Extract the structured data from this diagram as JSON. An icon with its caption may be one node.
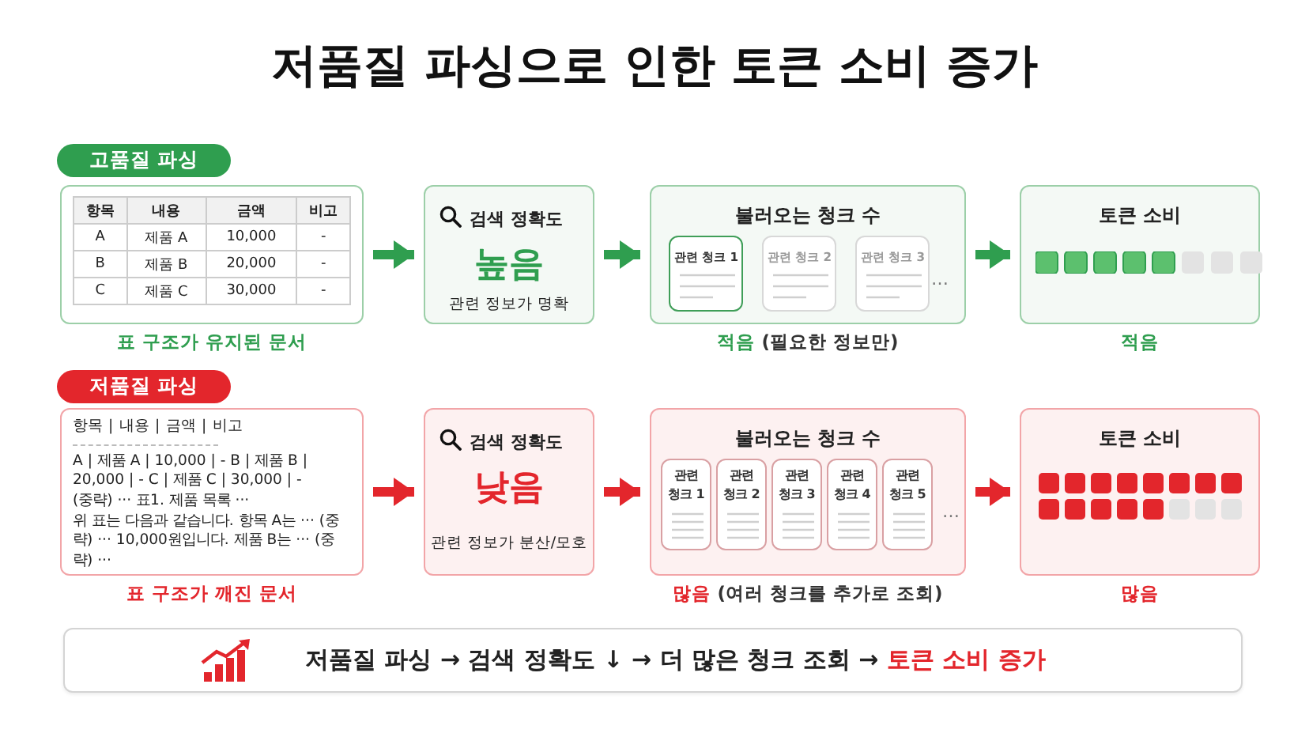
{
  "diagram": {
    "title": "저품질 파싱으로 인한 토큰 소비 증가",
    "nodes": [
      {
        "text": [
          "고품질 파싱"
        ]
      },
      {
        "text": [],
        "shape": "box",
        "beside": [
          "표 구조가 유지된 문서"
        ]
      },
      {
        "text": [
          "검색 정확도",
          "높음",
          "관련 정보가 명확"
        ]
      },
      {
        "text": [
          "불러오는 청크 수"
        ],
        "beside": [
          "**적음** (필요한 정보만)"
        ]
      },
      {
        "text": [
          "관련 청크 1"
        ],
        "in": 3
      },
      {
        "text": [
          "관련 청크 2"
        ],
        "in": 3
      },
      {
        "text": [
          "관련 청크 3"
        ],
        "in": 3
      },
      {
        "text": [
          "토큰 소비"
        ],
        "beside": [
          "적음"
        ]
      },
      {
        "text": [
          "저품질 파싱"
        ]
      },
      {
        "text": [
          "항목 | 내용 | 금액 | 비고",
          "A | 제품 A | 10,000 | - B | 제품 B | 20,000 | - C | 제품 C | 30,000 | -",
          "(중략) ··· 표1. 제품 목록 ···",
          "위 표는 다음과 같습니다. 항목 A는 ··· (중략) ··· 10,000원입니다. 제품 B는 ··· (중략) ···"
        ],
        "beside": [
          "표 구조가 깨진 문서"
        ]
      },
      {
        "text": [
          "검색 정확도",
          "낮음",
          "관련 정보가 분산/모호"
        ]
      },
      {
        "text": [
          "불러오는 청크 수"
        ],
        "beside": [
          "**많음** (여러 청크를 추가로 조회)"
        ]
      },
      {
        "text": [
          "관련 청크 1"
        ],
        "in": 11
      },
      {
        "text": [
          "관련 청크 2"
        ],
        "in": 11
      },
      {
        "text": [
          "관련 청크 3"
        ],
        "in": 11
      },
      {
        "text": [
          "관련 청크 4"
        ],
        "in": 11
      },
      {
        "text": [
          "관련 청크 5"
        ],
        "in": 11
      },
      {
        "text": [
          "토큰 소비"
        ],
        "beside": [
          "많음"
        ]
      },
      {
        "text": [
          "저품질 파싱 → 검색 정확도 ↓ → 더 많은 청크 조회 → **토큰 소비 증가**"
        ]
      }
    ],
    "edges": [
      {
        "from": 1,
        "to": 2,
        "arrow": "to",
        "color": "#2f9e4f"
      },
      {
        "from": 2,
        "to": 3,
        "arrow": "to",
        "color": "#2f9e4f"
      },
      {
        "from": 3,
        "to": 7,
        "arrow": "to",
        "color": "#2f9e4f"
      },
      {
        "from": 9,
        "to": 10,
        "arrow": "to",
        "color": "#e3262c"
      },
      {
        "from": 10,
        "to": 11,
        "arrow": "to",
        "color": "#e3262c"
      },
      {
        "from": 11,
        "to": 17,
        "arrow": "to",
        "color": "#e3262c"
      }
    ],
    "labels": [
      "항목",
      "내용",
      "금액",
      "비고",
      "A",
      "제품 A",
      "10,000",
      "-",
      "B",
      "제품 B",
      "20,000",
      "-",
      "C",
      "제품 C",
      "30,000",
      "-",
      "…",
      "…"
    ]
  }
}
